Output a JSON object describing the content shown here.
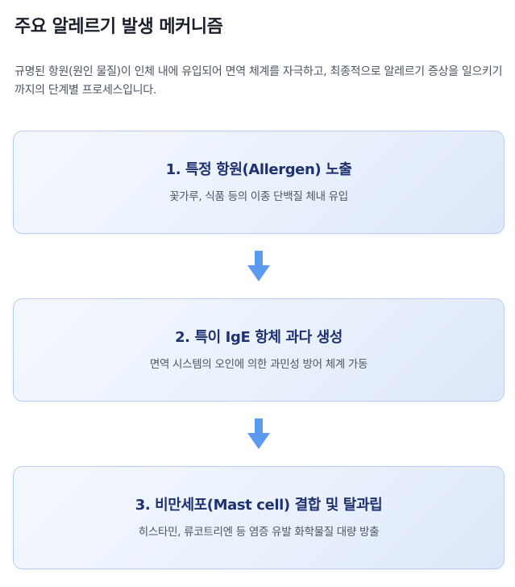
{
  "title": "주요 알레르기 발생 메커니즘",
  "description": "규명된 항원(원인 물질)이 인체 내에 유입되어 면역 체계를 자극하고, 최종적으로 알레르기 증상을 일으키기까지의 단계별 프로세스입니다.",
  "colors": {
    "card_border": "#b9cff3",
    "card_bg": "#eaf1fc",
    "step_title": "#1e3170",
    "arrow": "#5b9bef"
  },
  "steps": [
    {
      "title": "1. 특정 항원(Allergen) 노출",
      "desc": "꽃가루, 식품 등의 이종 단백질 체내 유입"
    },
    {
      "title": "2. 특이 IgE 항체 과다 생성",
      "desc": "면역 시스템의 오인에 의한 과민성 방어 체계 가동"
    },
    {
      "title": "3. 비만세포(Mast cell) 결합 및 탈과립",
      "desc": "히스타민, 류코트리엔 등 염증 유발 화학물질 대량 방출"
    }
  ],
  "icons": {
    "connector": "arrow-down-icon"
  }
}
